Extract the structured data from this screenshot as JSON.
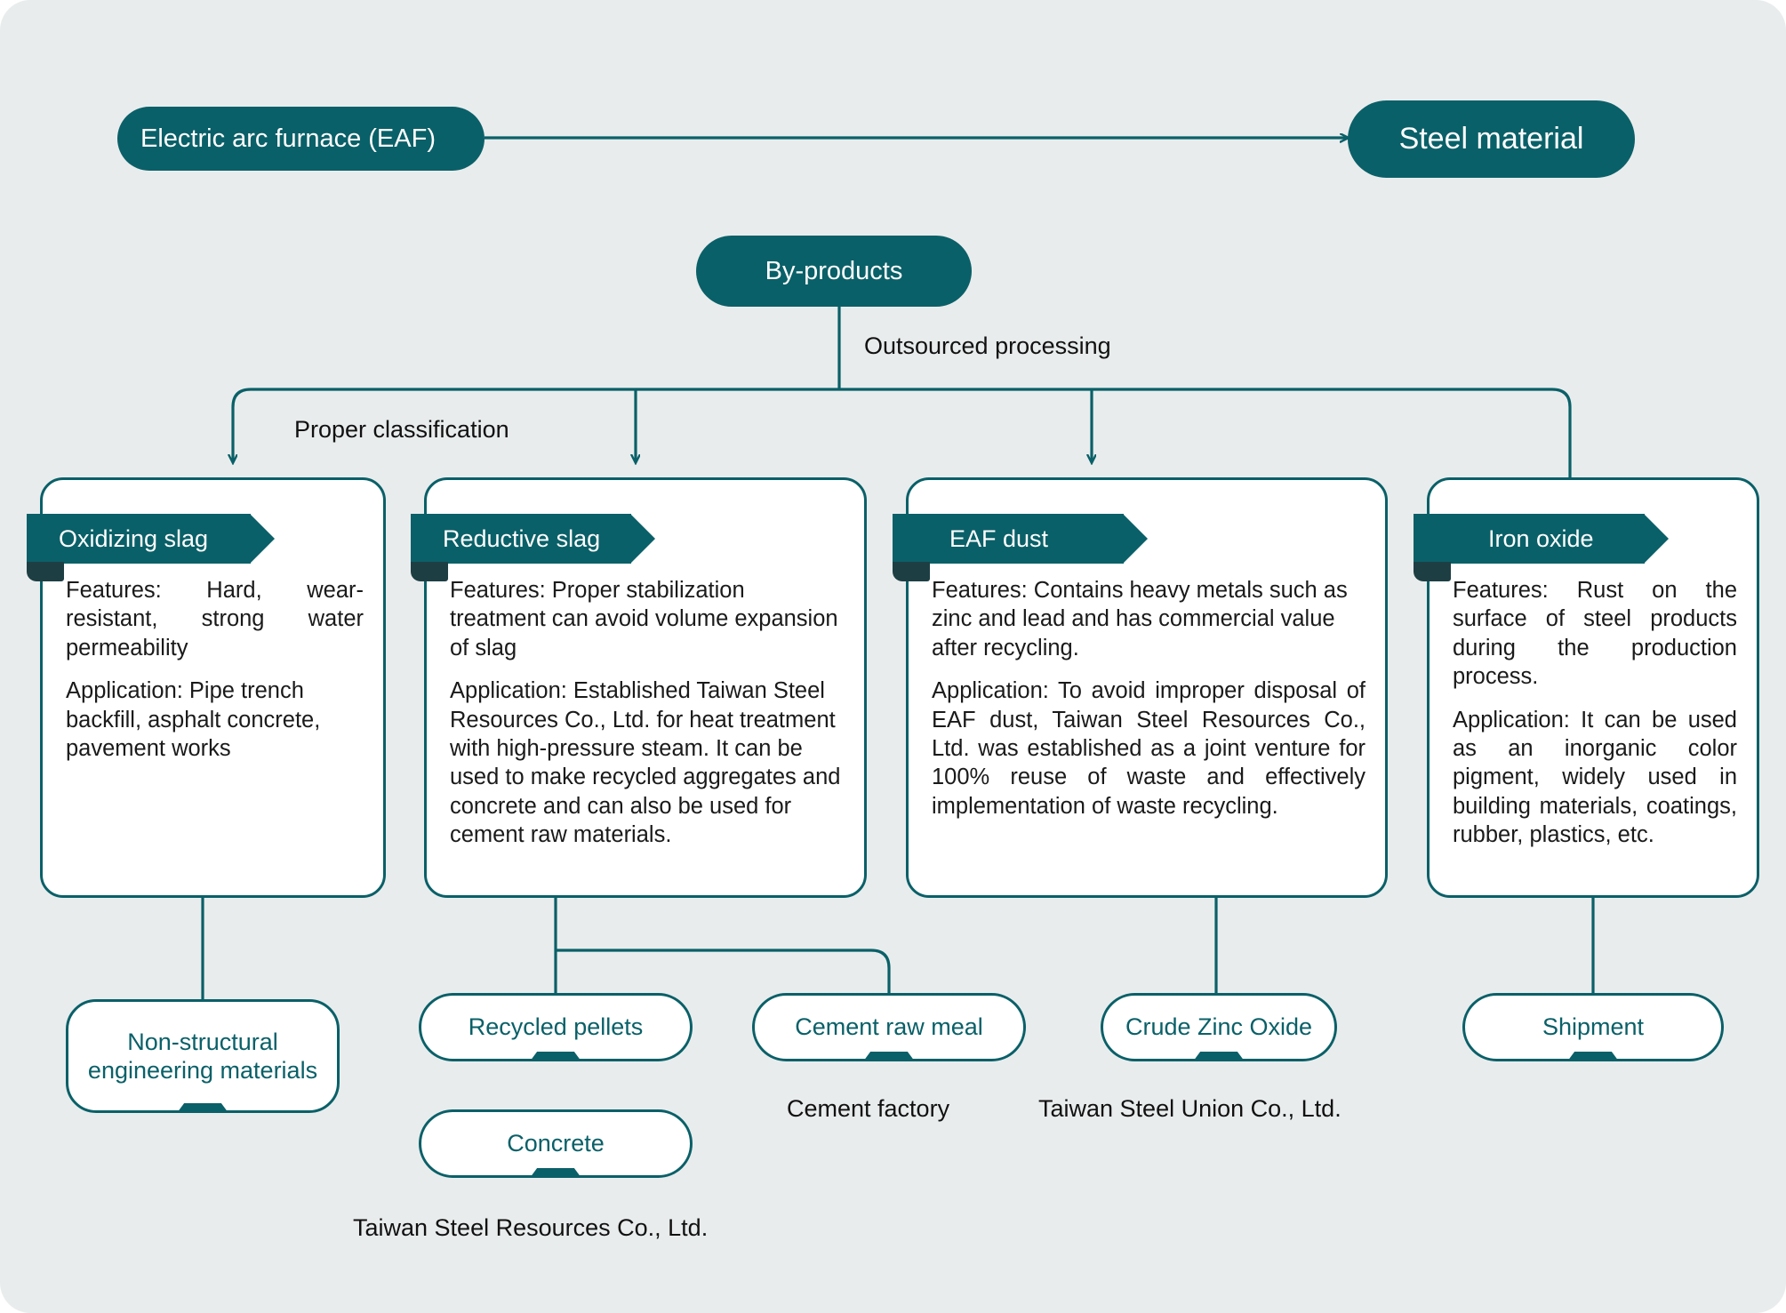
{
  "palette": {
    "background": "#e9eced",
    "teal": "#0a6068",
    "teal_dark": "#1d3f44",
    "card_fill": "#ffffff",
    "text": "#1a1a1a",
    "text_on_teal": "#ffffff"
  },
  "nodes": {
    "eaf": "Electric arc furnace (EAF)",
    "steel_material": "Steel material",
    "by_products": "By-products"
  },
  "edge_labels": {
    "outsourced_processing": "Outsourced processing",
    "proper_classification": "Proper classification"
  },
  "cards": [
    {
      "title": "Oxidizing slag",
      "features": "Features: Hard, wear-resistant, strong water permeability",
      "application": "Application: Pipe trench backfill, asphalt concrete, pavement works"
    },
    {
      "title": "Reductive slag",
      "features": "Features: Proper stabilization treatment can avoid volume expansion of slag",
      "application": "Application: Established Taiwan Steel Resources Co., Ltd. for heat treatment with high-pressure steam. It can be used to make recycled aggregates and concrete and can also be used for cement raw materials."
    },
    {
      "title": "EAF dust",
      "features": "Features: Contains heavy metals such as zinc and lead and has commercial value after recycling.",
      "application": "Application: To avoid improper disposal of EAF dust, Taiwan Steel Resources Co., Ltd. was established as a joint venture for 100% reuse of waste and effectively implementation of waste recycling."
    },
    {
      "title": "Iron oxide",
      "features": "Features: Rust on the surface of steel products during the production process.",
      "application": "Application: It can be used as an inorganic color pigment, widely used in building materials, coatings, rubber, plastics, etc."
    }
  ],
  "outputs": {
    "non_structural": "Non-structural engineering materials",
    "recycled_pellets": "Recycled pellets",
    "concrete": "Concrete",
    "cement_raw_meal": "Cement raw meal",
    "crude_zinc_oxide": "Crude Zinc Oxide",
    "shipment": "Shipment"
  },
  "captions": {
    "cement_factory": "Cement factory",
    "taiwan_steel_union": "Taiwan Steel Union Co., Ltd.",
    "taiwan_steel_resources": "Taiwan Steel Resources Co., Ltd."
  }
}
